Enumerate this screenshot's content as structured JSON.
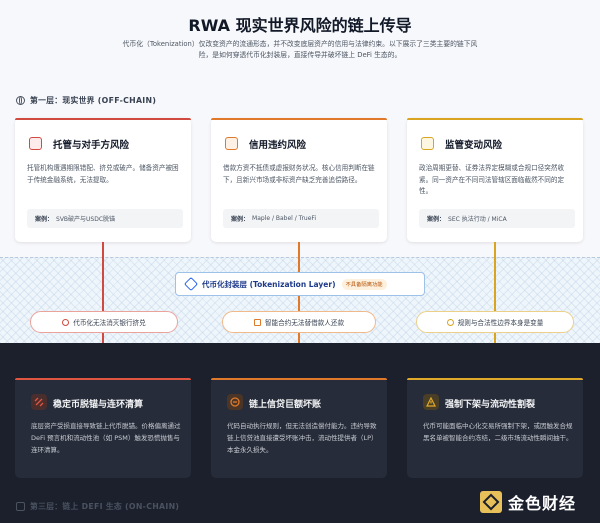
{
  "title": "RWA 现实世界风险的链上传导",
  "subtitle": "代币化（Tokenization）仅改变资产的流通形态，并不改变底层资产的信用与法律约束。以下展示了三类主要的链下风险，是如何穿透代币化封装层，直接传导并破坏链上 DeFi 生态的。",
  "layer1": {
    "label": "第一层：现实世界 (OFF-CHAIN)",
    "icon": "globe-icon"
  },
  "risks": [
    {
      "title": "托管与对手方风险",
      "desc": "托管机构遭遇期限错配、挤兑或破产。储备资产被困于传统金融系统，无法提取。",
      "case_label": "案例：",
      "case": "SVB破产与USDC脱锚",
      "color": "#d14a3f",
      "icon": "bank-icon"
    },
    {
      "title": "信用违约风险",
      "desc": "借款方资不抵债或虚报财务状况。核心信用判断在链下，且新兴市场或非标资产缺乏完善追偿路径。",
      "case_label": "案例：",
      "case": "Maple / Babel / TrueFi",
      "color": "#e07a2a",
      "icon": "document-icon"
    },
    {
      "title": "监管变动风险",
      "desc": "政治周期更替、证券法界定模糊或合规口径突然收紧。同一资产在不同司法管辖区面临截然不同的定性。",
      "case_label": "案例：",
      "case": "SEC 执法行动 / MiCA",
      "color": "#d9a520",
      "icon": "scale-icon"
    }
  ],
  "token_layer": {
    "label": "代币化封装层 (Tokenization Layer)",
    "badge": "不具备隔离功能"
  },
  "transmissions": [
    {
      "label": "代币化无法消灭银行挤兑",
      "color": "#d14a3f"
    },
    {
      "label": "智能合约无法替借款人还款",
      "color": "#e07a2a"
    },
    {
      "label": "规则与合法性边界本身是变量",
      "color": "#d9a520"
    }
  ],
  "impacts": [
    {
      "title": "稳定币脱锚与连环清算",
      "desc": "底层资产受损直接导致链上代币脱锚。价格偏离通过 DeFi 预言机和流动性池（如 PSM）触发恐慌抛售与连环清算。",
      "color": "#e0553f",
      "icon": "broken-link-icon"
    },
    {
      "title": "链上信贷巨额坏账",
      "desc": "代码自动执行规则，但无法创造偿付能力。违约导致链上信贷池直接遭受坏账冲击，流动性提供者（LP）本金永久损失。",
      "color": "#e07a2a",
      "icon": "minus-circle-icon"
    },
    {
      "title": "强制下架与流动性割裂",
      "desc": "代币可能面临中心化交易所强制下架，或因触发合规黑名单被智能合约冻结，二级市场流动性瞬间抽干。",
      "color": "#e0a92a",
      "icon": "alert-icon"
    }
  ],
  "layer3": {
    "label": "第三层：链上 DEFI 生态 (ON-CHAIN)"
  },
  "watermark": "金色财经"
}
